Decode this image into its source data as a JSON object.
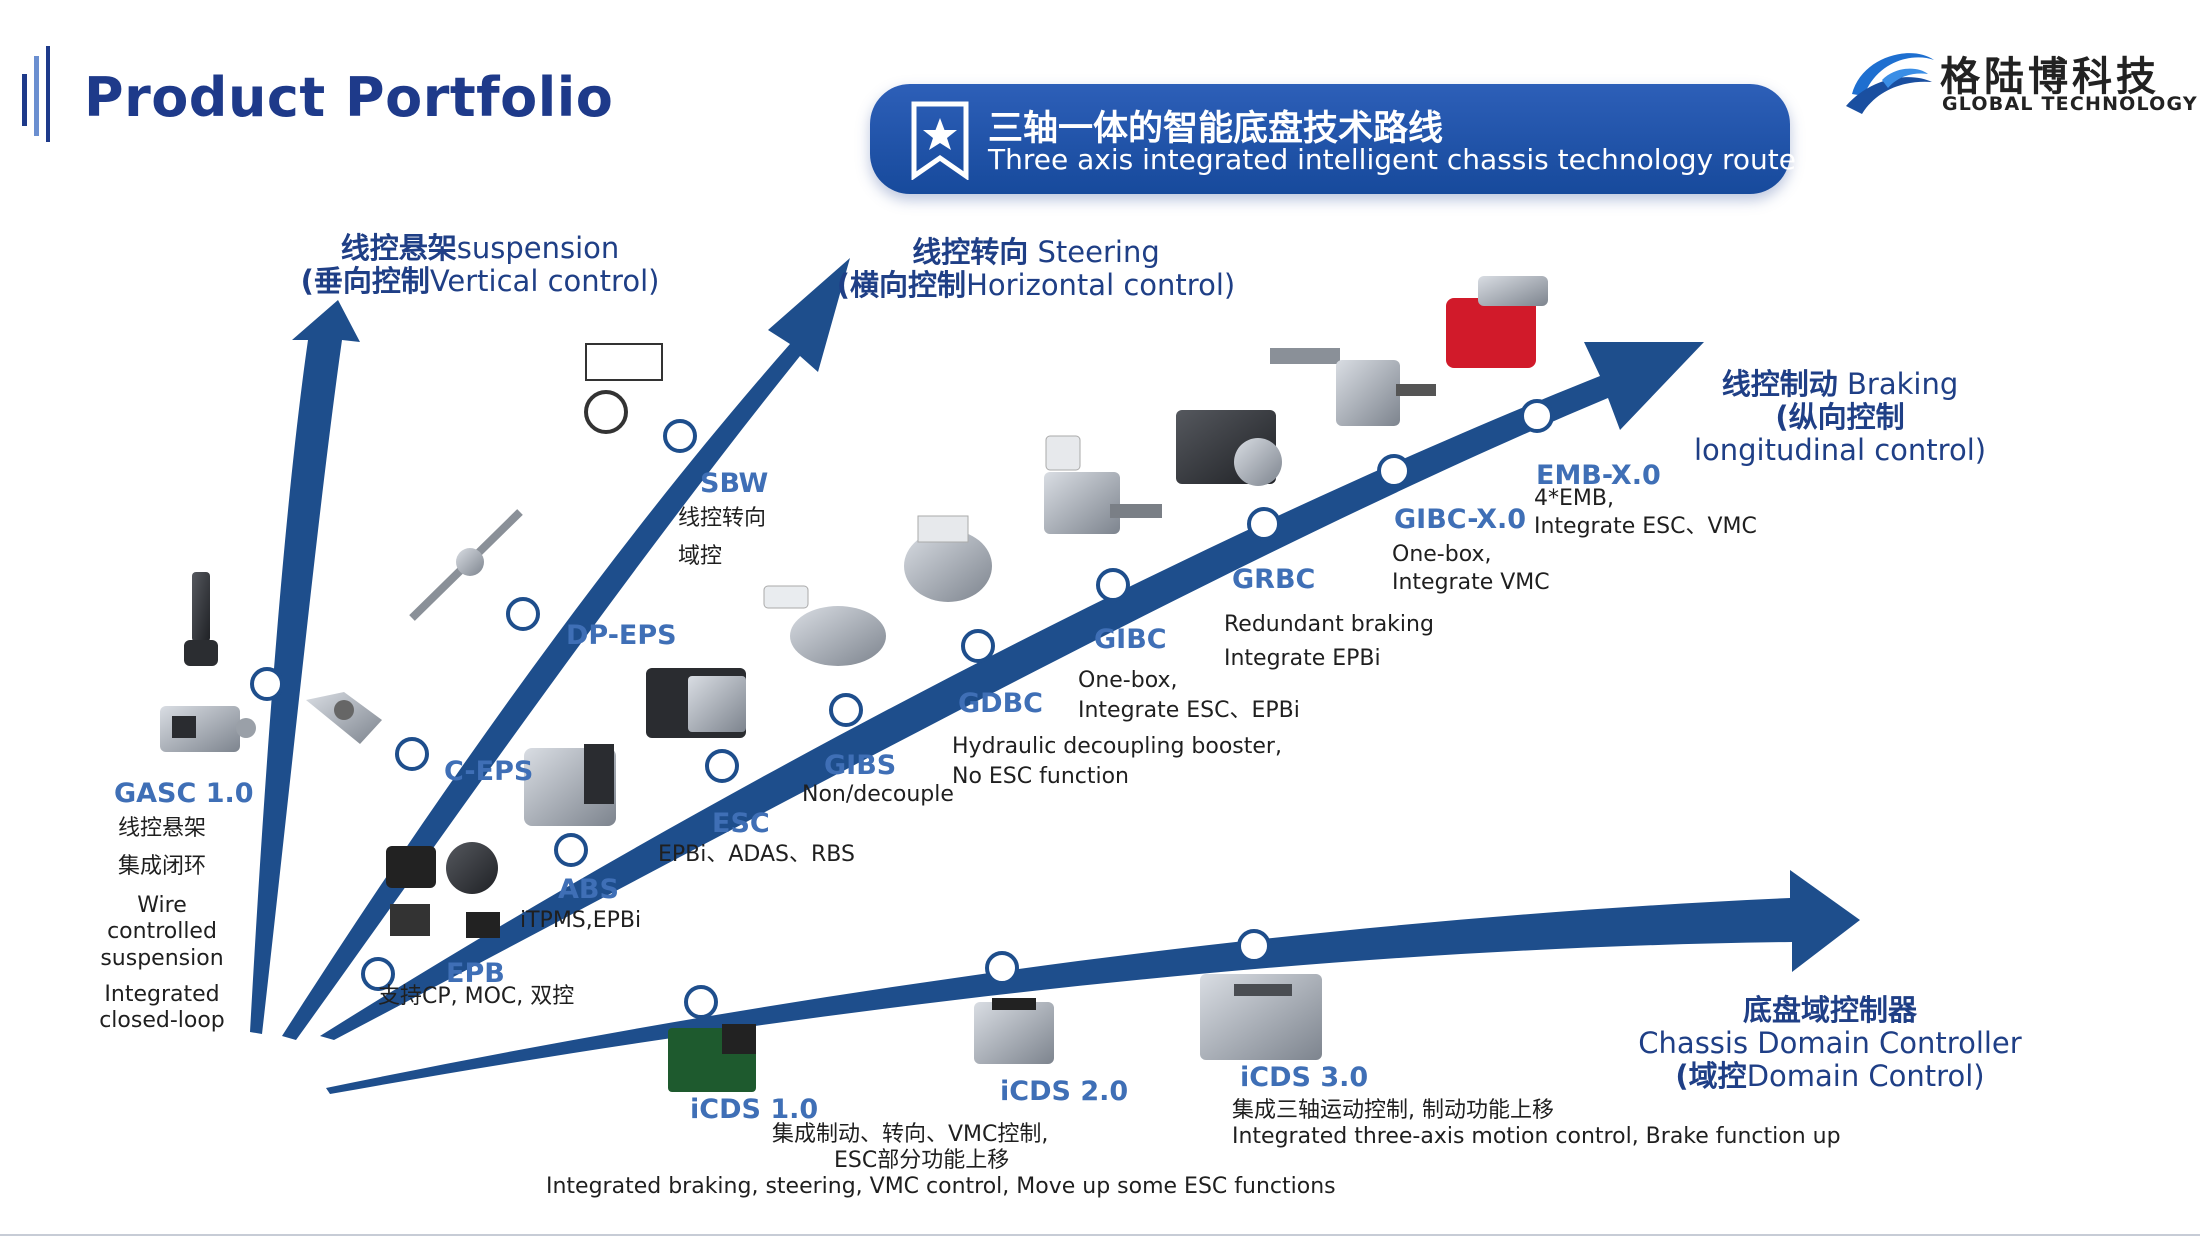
{
  "header": {
    "title": "Product Portfolio",
    "logo_cn": "格陆博科技",
    "logo_en": "GLOBAL TECHNOLOGY"
  },
  "banner": {
    "title_cn": "三轴一体的智能底盘技术路线",
    "title_en": "Three axis integrated intelligent chassis technology route",
    "icon": "star-bookmark-icon"
  },
  "categories": {
    "suspension": {
      "cn": "线控悬架",
      "en": "suspension",
      "sub_cn": "(垂向控制",
      "sub_en": "Vertical control)"
    },
    "steering": {
      "cn": "线控转向",
      "en": " Steering",
      "sub_cn": "(横向控制",
      "sub_en": "Horizontal control)"
    },
    "braking": {
      "cn": "线控制动",
      "en": " Braking",
      "sub_cn": "(纵向控制",
      "sub_en": "longitudinal control)"
    },
    "domain": {
      "cn": "底盘域控制器",
      "en": "Chassis Domain Controller",
      "sub_cn": "(域控",
      "sub_en": "Domain Control)"
    }
  },
  "products": {
    "gasc": {
      "name": "GASC 1.0",
      "lines": [
        "线控悬架",
        "集成闭环",
        "Wire",
        "controlled",
        "suspension",
        "Integrated",
        "closed-loop"
      ]
    },
    "ceps": {
      "name": "C-EPS"
    },
    "dpeps": {
      "name": "DP-EPS"
    },
    "sbw": {
      "name": "SBW",
      "line1": "线控转向",
      "line2": "域控"
    },
    "epb": {
      "name": "EPB",
      "desc": "支持CP, MOC, 双控"
    },
    "abs": {
      "name": "ABS",
      "desc": "iTPMS,EPBi"
    },
    "esc": {
      "name": "ESC",
      "desc": "EPBi、ADAS、RBS"
    },
    "gibs": {
      "name": "GIBS",
      "desc": "Non/decouple"
    },
    "gdbc": {
      "name": "GDBC",
      "line1": "Hydraulic decoupling booster,",
      "line2": "No ESC function"
    },
    "gibc": {
      "name": "GIBC",
      "line1": "One-box,",
      "line2": "Integrate ESC、EPBi"
    },
    "grbc": {
      "name": "GRBC",
      "line1": "Redundant braking",
      "line2": "Integrate EPBi"
    },
    "gibcx": {
      "name": "GIBC-X.0",
      "line1": "One-box,",
      "line2": "Integrate VMC"
    },
    "embx": {
      "name": "EMB-X.0",
      "line1": "4*EMB,",
      "line2": "Integrate  ESC、VMC"
    },
    "icds1": {
      "name": "iCDS 1.0",
      "line1": "集成制动、转向、VMC控制,",
      "line2": "ESC部分功能上移",
      "line3": "Integrated braking, steering, VMC control, Move up some ESC functions"
    },
    "icds2": {
      "name": "iCDS 2.0"
    },
    "icds3": {
      "name": "iCDS 3.0",
      "line1": "集成三轴运动控制, 制动功能上移",
      "line2": "Integrated three-axis motion control, Brake function up"
    }
  },
  "colors": {
    "arrow": "#1e4e8c",
    "label": "#3f6fb6",
    "title": "#1e3a8a",
    "banner": "#1f55aa"
  }
}
